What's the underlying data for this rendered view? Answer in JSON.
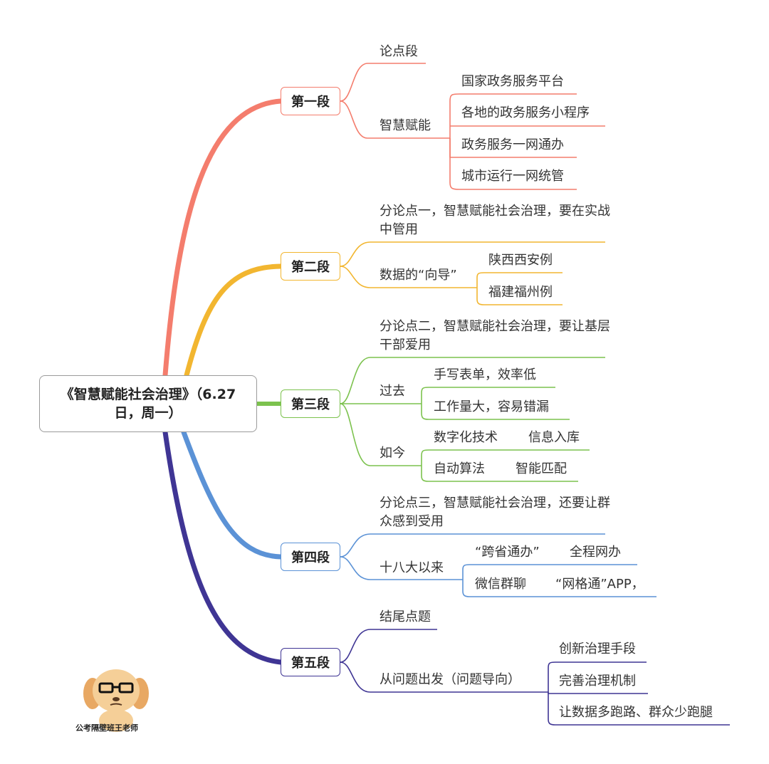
{
  "root": {
    "title": "《智慧赋能社会治理》（6.27日，周一）"
  },
  "colors": {
    "s1": "#f47d6d",
    "s2": "#f2b630",
    "s3": "#7cc24e",
    "s4": "#5b92d6",
    "s5": "#3f3594"
  },
  "s1": {
    "label": "第一段",
    "lundian": "论点段",
    "zhihui": "智慧赋能",
    "items": [
      "国家政务服务平台",
      "各地的政务服务小程序",
      "政务服务一网通办",
      "城市运行一网统管"
    ]
  },
  "s2": {
    "label": "第二段",
    "point": "分论点一，智慧赋能社会治理，要在实战中管用",
    "data": "数据的“向导”",
    "items": [
      "陕西西安例",
      "福建福州例"
    ]
  },
  "s3": {
    "label": "第三段",
    "point": "分论点二，智慧赋能社会治理，要让基层干部爱用",
    "past": "过去",
    "past_items": [
      "手写表单，效率低",
      "工作量大，容易错漏"
    ],
    "now": "如今",
    "now_a1": "数字化技术",
    "now_a2": "信息入库",
    "now_b1": "自动算法",
    "now_b2": "智能匹配"
  },
  "s4": {
    "label": "第四段",
    "point": "分论点三，智慧赋能社会治理，还要让群众感到受用",
    "since": "十八大以来",
    "a1": "“跨省通办”",
    "a2": "全程网办",
    "b1": "微信群聊",
    "b2": "“网格通”APP，"
  },
  "s5": {
    "label": "第五段",
    "end": "结尾点题",
    "from": "从问题出发（问题导向）",
    "items": [
      "创新治理手段",
      "完善治理机制",
      "让数据多跑路、群众少跑腿"
    ]
  },
  "logo": {
    "caption": "公考隔壁班王老师"
  }
}
